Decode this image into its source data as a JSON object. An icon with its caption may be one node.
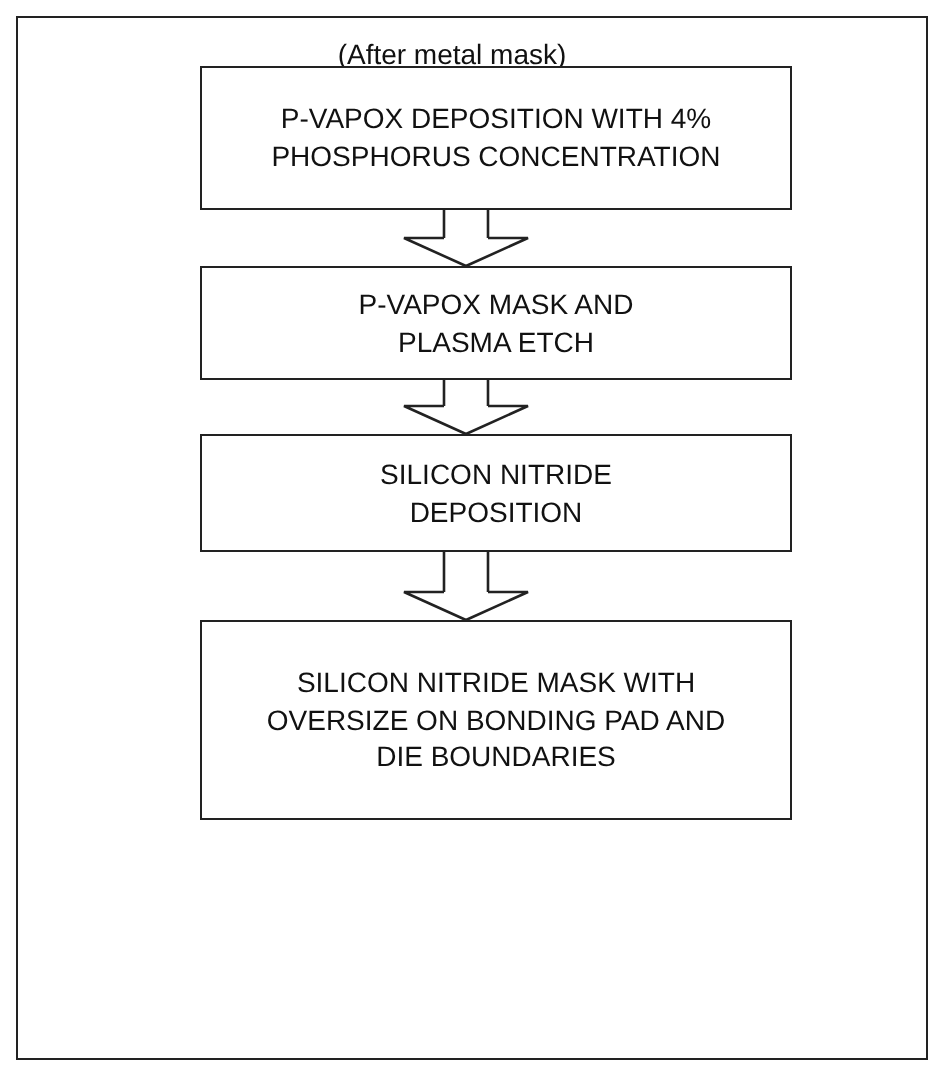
{
  "diagram": {
    "title": "(After metal mask)",
    "nodes": [
      {
        "text": [
          "P-VAPOX DEPOSITION WITH 4% PHOSPHORUS CONCENTRATION"
        ]
      },
      {
        "text": [
          "P-VAPOX MASK AND PLASMA ETCH"
        ]
      },
      {
        "text": [
          "SILICON NITRIDE DEPOSITION"
        ]
      },
      {
        "text": [
          "SILICON NITRIDE MASK WITH OVERSIZE ON BONDING PAD AND DIE BOUNDARIES"
        ]
      }
    ],
    "edges": [
      {
        "from": 0,
        "to": 1,
        "arrow": "to"
      },
      {
        "from": 1,
        "to": 2,
        "arrow": "to"
      },
      {
        "from": 2,
        "to": 3,
        "arrow": "to"
      }
    ]
  }
}
